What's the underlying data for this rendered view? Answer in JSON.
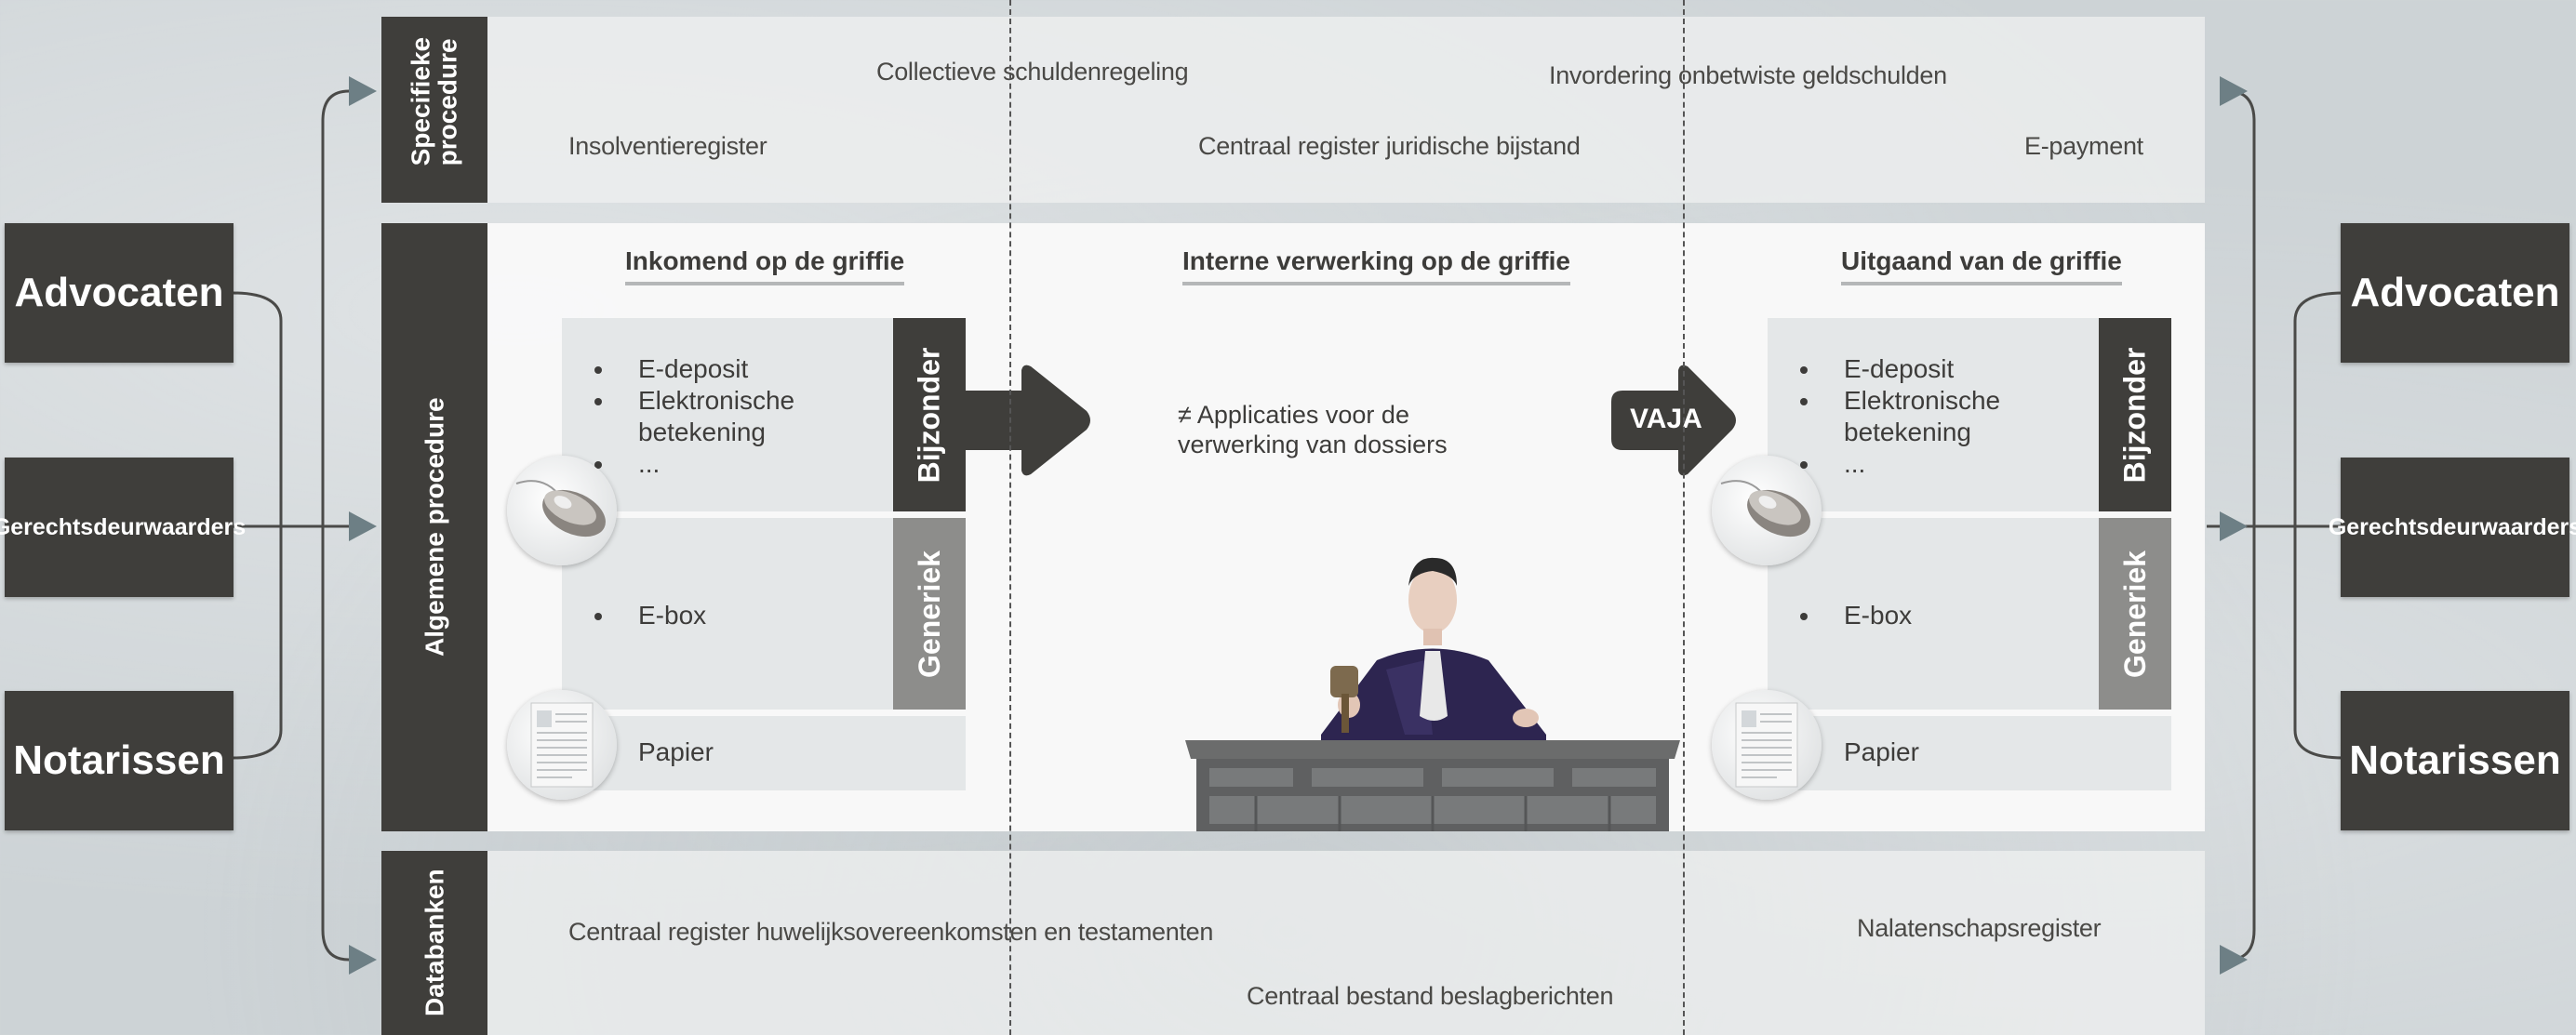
{
  "actors_left": [
    "Advocaten",
    "Gerechtsdeurwaarders",
    "Notarissen"
  ],
  "actors_right": [
    "Advocaten",
    "Gerechtsdeurwaarders",
    "Notarissen"
  ],
  "bands": {
    "specific": {
      "label": "Specifieke procedure",
      "items": [
        "Collectieve schuldenregeling",
        "Invordering onbetwiste geldschulden",
        "Insolventieregister",
        "Centraal register juridische bijstand",
        "E-payment"
      ]
    },
    "general": {
      "label": "Algemene procedure"
    },
    "databases": {
      "label": "Databanken",
      "items": [
        "Centraal register huwelijksovereenkomsten en testamenten",
        "Nalatenschapsregister",
        "Centraal bestand beslagberichten"
      ]
    }
  },
  "columns": {
    "incoming": {
      "heading": "Inkomend op de griffie",
      "bijzonder_label": "Bijzonder",
      "bijzonder_items": [
        "E-deposit",
        "Elektronische betekening",
        "..."
      ],
      "generiek_label": "Generiek",
      "generiek_items": [
        "E-box"
      ],
      "paper_items": [
        "Papier"
      ]
    },
    "internal": {
      "heading": "Interne verwerking op de griffie",
      "text": "≠ Applicaties voor de verwerking van dossiers",
      "arrow_label": "VAJA"
    },
    "outgoing": {
      "heading": "Uitgaand van de griffie",
      "bijzonder_label": "Bijzonder",
      "bijzonder_items": [
        "E-deposit",
        "Elektronische betekening",
        "..."
      ],
      "generiek_label": "Generiek",
      "generiek_items": [
        "E-box"
      ],
      "paper_items": [
        "Papier"
      ]
    }
  },
  "icons": {
    "mouse": "computer-mouse-icon",
    "paper": "paper-document-icon",
    "judge": "judge-illustration"
  },
  "colors": {
    "dark_box": "#3f3e3b",
    "grey_tab": "#8d8d8b",
    "arrow_connector": "#6d7f85",
    "background": "#cdd3d6"
  }
}
